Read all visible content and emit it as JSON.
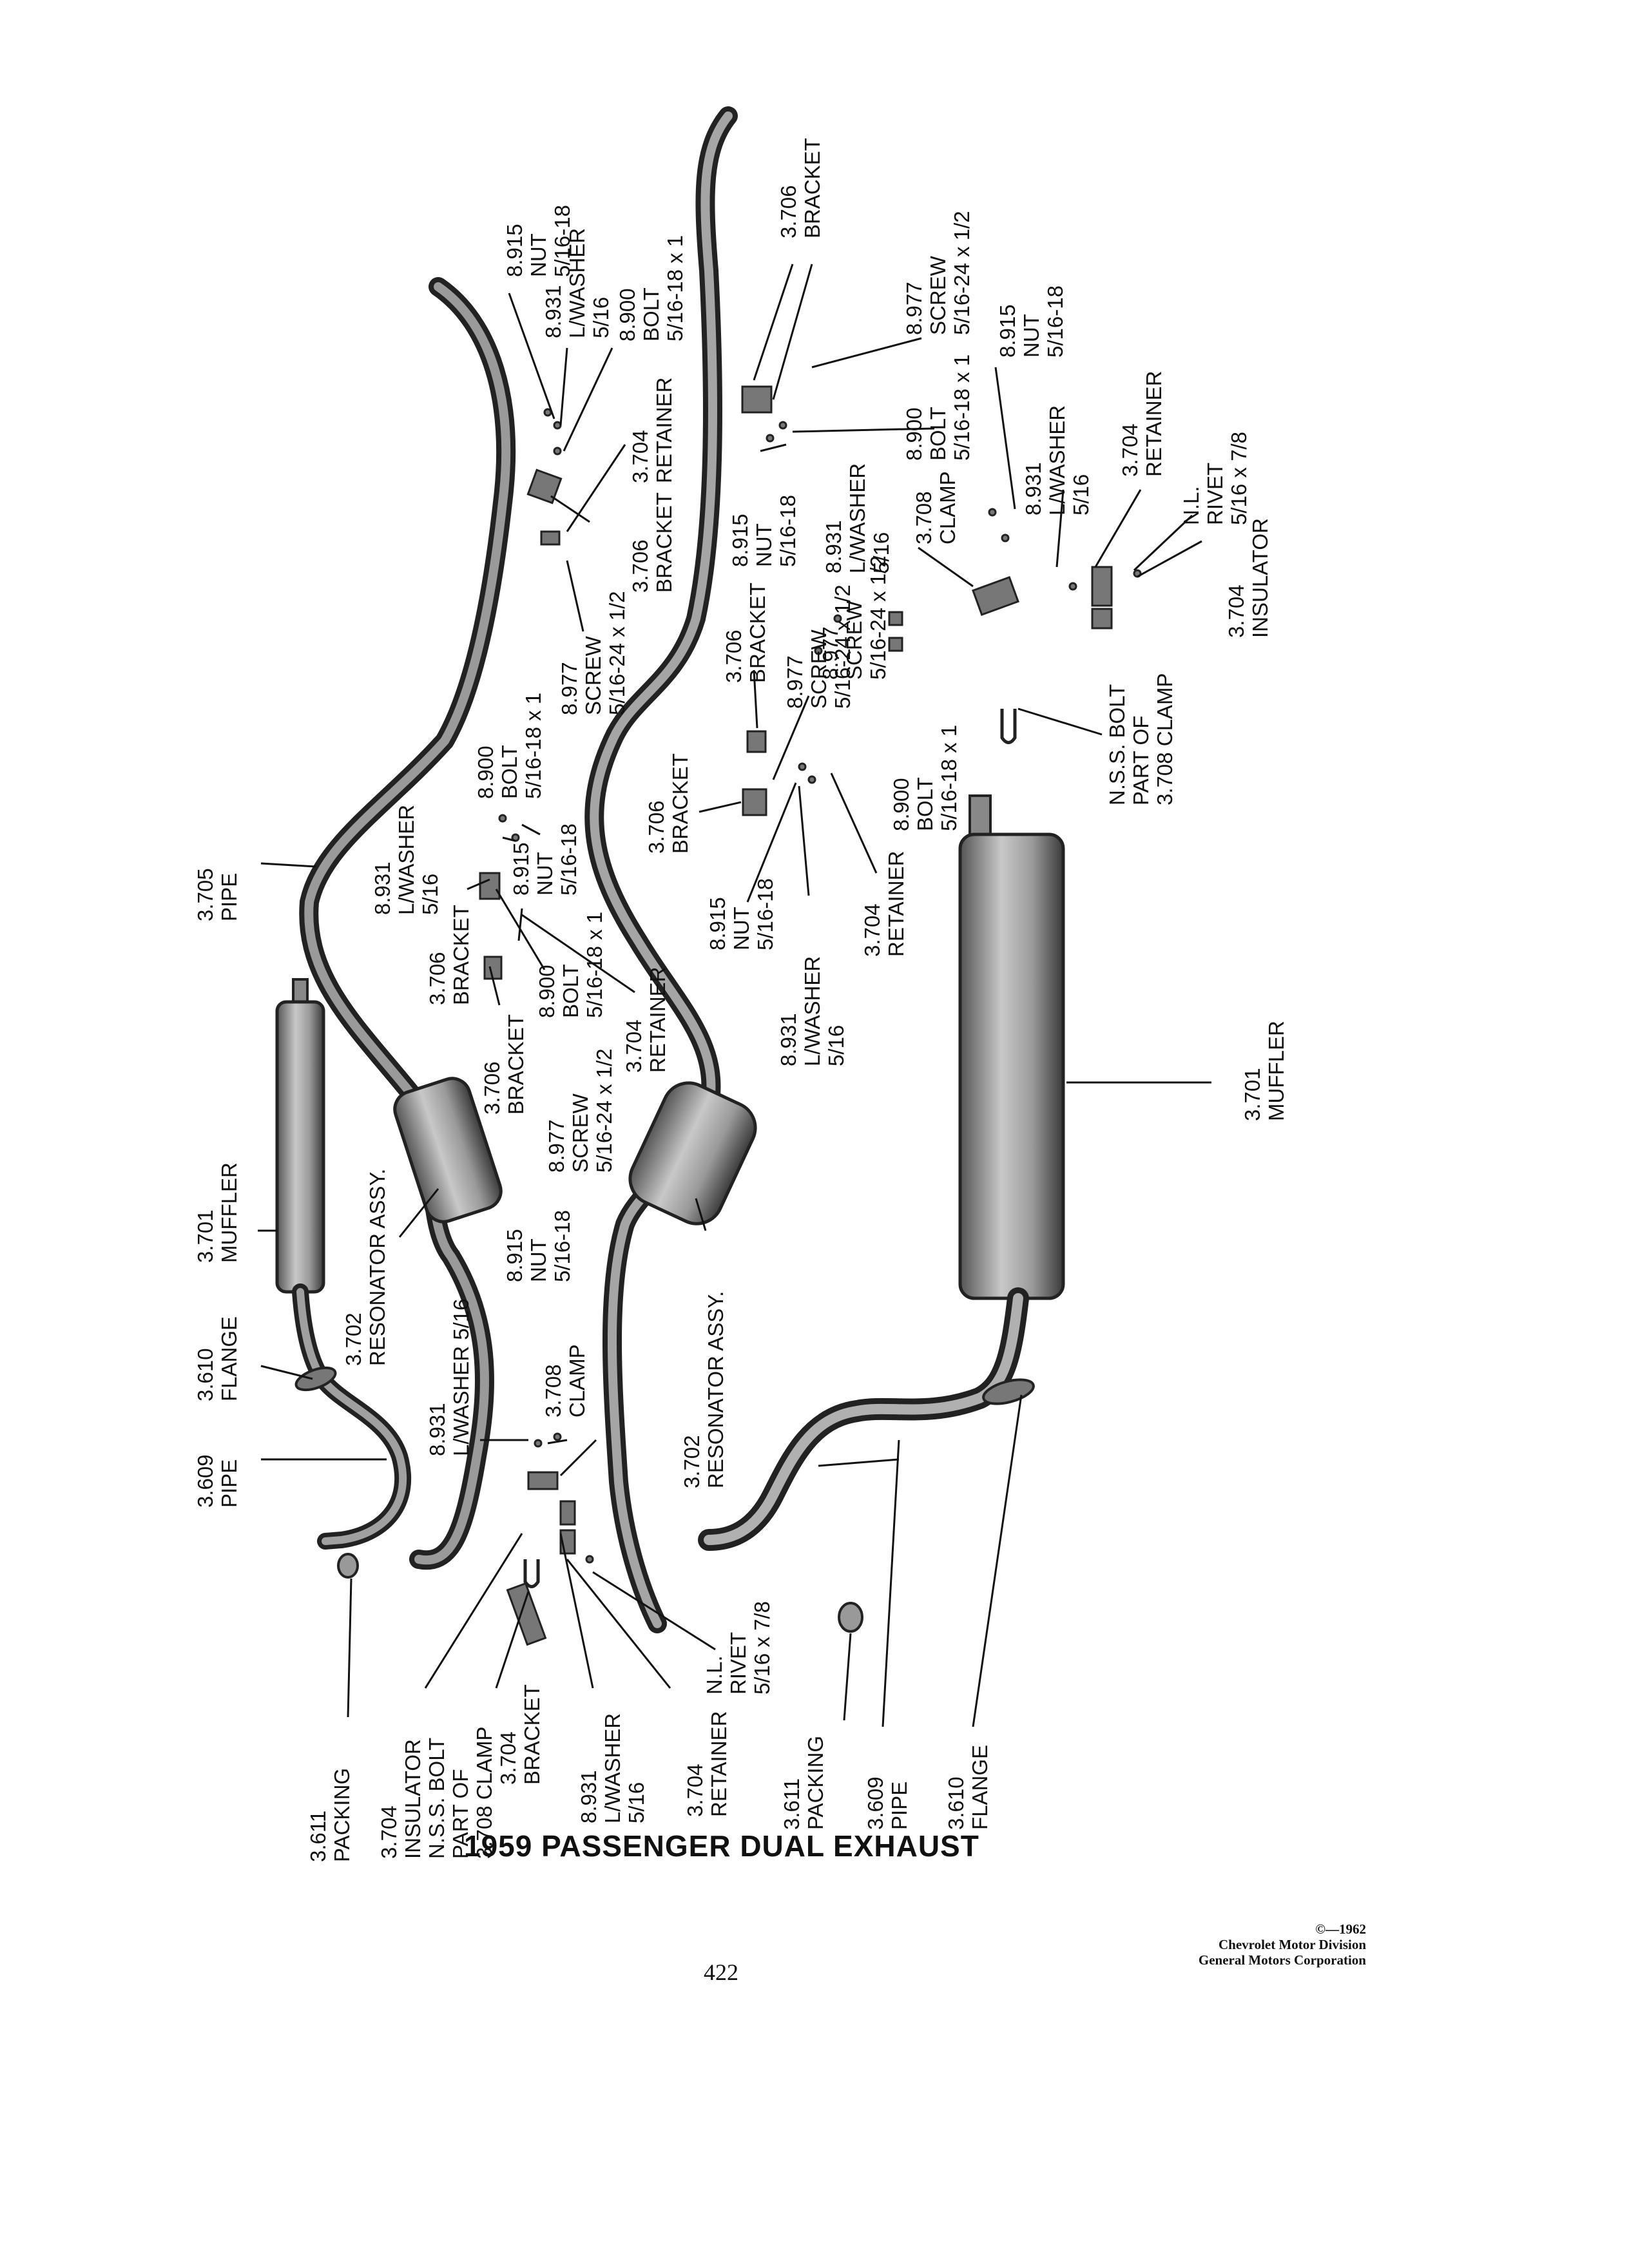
{
  "title": "1959 PASSENGER DUAL EXHAUST",
  "page_number": "422",
  "copyright": {
    "line1": "©—1962",
    "line2": "Chevrolet Motor Division",
    "line3": "General Motors Corporation"
  },
  "callouts": {
    "pipe_3705": [
      "3.705",
      "PIPE"
    ],
    "muffler_3701_left": [
      "3.701",
      "MUFFLER"
    ],
    "flange_3610_left": [
      "3.610",
      "FLANGE"
    ],
    "pipe_3609_left": [
      "3.609",
      "PIPE"
    ],
    "resonator_3702_left": [
      "3.702",
      "RESONATOR ASSY."
    ],
    "lwasher_8931_a": [
      "8.931",
      "L/WASHER 5/16"
    ],
    "nut_8915_a": [
      "8.915",
      "NUT",
      "5/16-18"
    ],
    "clamp_3708_a": [
      "3.708",
      "CLAMP"
    ],
    "packing_3611_left": [
      "3.611",
      "PACKING"
    ],
    "insulator_3704_left": [
      "3.704",
      "INSULATOR",
      "N.S.S. BOLT",
      "PART OF",
      "3.708 CLAMP"
    ],
    "bracket_3704_left": [
      "3.704",
      "BRACKET"
    ],
    "lwasher_8931_b": [
      "8.931",
      "L/WASHER",
      "5/16"
    ],
    "retainer_3704_left": [
      "3.704",
      "RETAINER"
    ],
    "rivet_nl_left": [
      "N.L.",
      "RIVET",
      "5/16 x 7/8"
    ],
    "bracket_3706_c": [
      "3.706",
      "BRACKET"
    ],
    "bracket_3706_d": [
      "3.706",
      "BRACKET"
    ],
    "lwasher_8931_c": [
      "8.931",
      "L/WASHER",
      "5/16"
    ],
    "bolt_8900_c": [
      "8.900",
      "BOLT",
      "5/16-18 x 1"
    ],
    "nut_8915_c": [
      "8.915",
      "NUT",
      "5/16-18"
    ],
    "bolt_8900_d": [
      "8.900",
      "BOLT",
      "5/16-18 x 1"
    ],
    "screw_8977_c": [
      "8.977",
      "SCREW",
      "5/16-24 x 1/2"
    ],
    "retainer_3704_c": [
      "3.704",
      "RETAINER"
    ],
    "nut_8915_top": [
      "8.915",
      "NUT",
      "5/16-18"
    ],
    "lwasher_8931_top": [
      "8.931",
      "L/WASHER",
      "5/16"
    ],
    "bolt_8900_top": [
      "8.900",
      "BOLT",
      "5/16-18 x 1"
    ],
    "retainer_3704_top": [
      "3.704",
      "RETAINER"
    ],
    "bracket_3706_top": [
      "3.706",
      "BRACKET"
    ],
    "screw_8977_top": [
      "8.977",
      "SCREW",
      "5/16-24 x 1/2"
    ],
    "resonator_3702_right": [
      "3.702",
      "RESONATOR ASSY."
    ],
    "bracket_3706_r1": [
      "3.706",
      "BRACKET"
    ],
    "screw_8977_r1": [
      "8.977",
      "SCREW",
      "5/16-24 x 1/2"
    ],
    "bracket_3706_r2": [
      "3.706",
      "BRACKET"
    ],
    "nut_8915_r2": [
      "8.915",
      "NUT",
      "5/16-18"
    ],
    "lwasher_8931_r2": [
      "8.931",
      "L/WASHER",
      "5/16"
    ],
    "retainer_3704_r2": [
      "3.704",
      "RETAINER"
    ],
    "bolt_8900_r2": [
      "8.900",
      "BOLT",
      "5/16-18 x 1"
    ],
    "nut_8915_r3": [
      "8.915",
      "NUT",
      "5/16-18"
    ],
    "lwasher_8931_r3": [
      "8.931",
      "L/WASHER",
      "5/16"
    ],
    "screw_8977_r3": [
      "8.977",
      "SCREW",
      "5/16-24 x 1/2"
    ],
    "bracket_3706_tr": [
      "3.706",
      "BRACKET"
    ],
    "screw_8977_tr": [
      "8.977",
      "SCREW",
      "5/16-24 x 1/2"
    ],
    "bolt_8900_tr": [
      "8.900",
      "BOLT",
      "5/16-18 x 1"
    ],
    "nut_8915_tr": [
      "8.915",
      "NUT",
      "5/16-18"
    ],
    "lwasher_8931_tr": [
      "8.931",
      "L/WASHER",
      "5/16"
    ],
    "clamp_3708_tr": [
      "3.708",
      "CLAMP"
    ],
    "retainer_3704_tr": [
      "3.704",
      "RETAINER"
    ],
    "rivet_nl_tr": [
      "N.L.",
      "RIVET",
      "5/16 x 7/8"
    ],
    "insulator_3704_tr": [
      "3.704",
      "INSULATOR"
    ],
    "nss_bolt_right": [
      "N.S.S. BOLT",
      "PART OF",
      "3.708 CLAMP"
    ],
    "muffler_3701_right": [
      "3.701",
      "MUFFLER"
    ],
    "packing_3611_right": [
      "3.611",
      "PACKING"
    ],
    "pipe_3609_right": [
      "3.609",
      "PIPE"
    ],
    "flange_3610_right": [
      "3.610",
      "FLANGE"
    ]
  }
}
